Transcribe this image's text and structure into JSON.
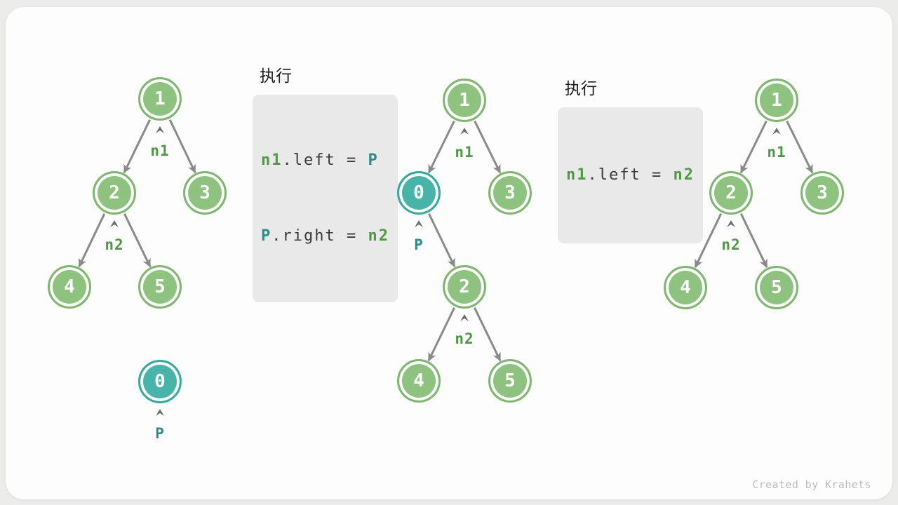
{
  "figure": {
    "watermark": "Created by Krahets"
  },
  "colors": {
    "green_fill": "#8dc37f",
    "green_ring": "#7db96d",
    "teal_fill": "#47b4aa",
    "teal_ring": "#33aba0",
    "label_green": "#4e9a43",
    "label_teal": "#2e8c87",
    "code_text": "#3a3a3a",
    "code_bg": "#e9e9e9",
    "edge": "#8a8a8a",
    "block_arrow": "#c1c1c1",
    "caret_gray": "#6d6d6d",
    "watermark": "#bcbcbc"
  },
  "steps": [
    {
      "heading": "执行",
      "code_lines": [
        [
          {
            "text": "n1",
            "style": "green"
          },
          {
            "text": ".left = ",
            "style": "plain"
          },
          {
            "text": "P",
            "style": "teal"
          }
        ],
        [
          {
            "text": "P",
            "style": "teal"
          },
          {
            "text": ".right = ",
            "style": "plain"
          },
          {
            "text": "n2",
            "style": "green"
          }
        ]
      ]
    },
    {
      "heading": "执行",
      "code_lines": [
        [
          {
            "text": "n1",
            "style": "green"
          },
          {
            "text": ".left = ",
            "style": "plain"
          },
          {
            "text": "n2",
            "style": "green"
          }
        ]
      ]
    }
  ],
  "trees": [
    {
      "nodes": [
        {
          "value": "1",
          "kind": "green"
        },
        {
          "value": "2",
          "kind": "green"
        },
        {
          "value": "3",
          "kind": "green"
        },
        {
          "value": "4",
          "kind": "green"
        },
        {
          "value": "5",
          "kind": "green"
        },
        {
          "value": "0",
          "kind": "teal"
        }
      ],
      "pointers": [
        {
          "label": "n1",
          "color": "green"
        },
        {
          "label": "n2",
          "color": "green"
        },
        {
          "label": "P",
          "color": "teal"
        }
      ]
    },
    {
      "nodes": [
        {
          "value": "1",
          "kind": "green"
        },
        {
          "value": "0",
          "kind": "teal"
        },
        {
          "value": "3",
          "kind": "green"
        },
        {
          "value": "2",
          "kind": "green"
        },
        {
          "value": "4",
          "kind": "green"
        },
        {
          "value": "5",
          "kind": "green"
        }
      ],
      "pointers": [
        {
          "label": "n1",
          "color": "green"
        },
        {
          "label": "P",
          "color": "teal"
        },
        {
          "label": "n2",
          "color": "green"
        }
      ]
    },
    {
      "nodes": [
        {
          "value": "1",
          "kind": "green"
        },
        {
          "value": "2",
          "kind": "green"
        },
        {
          "value": "3",
          "kind": "green"
        },
        {
          "value": "4",
          "kind": "green"
        },
        {
          "value": "5",
          "kind": "green"
        }
      ],
      "pointers": [
        {
          "label": "n1",
          "color": "green"
        },
        {
          "label": "n2",
          "color": "green"
        }
      ]
    }
  ]
}
